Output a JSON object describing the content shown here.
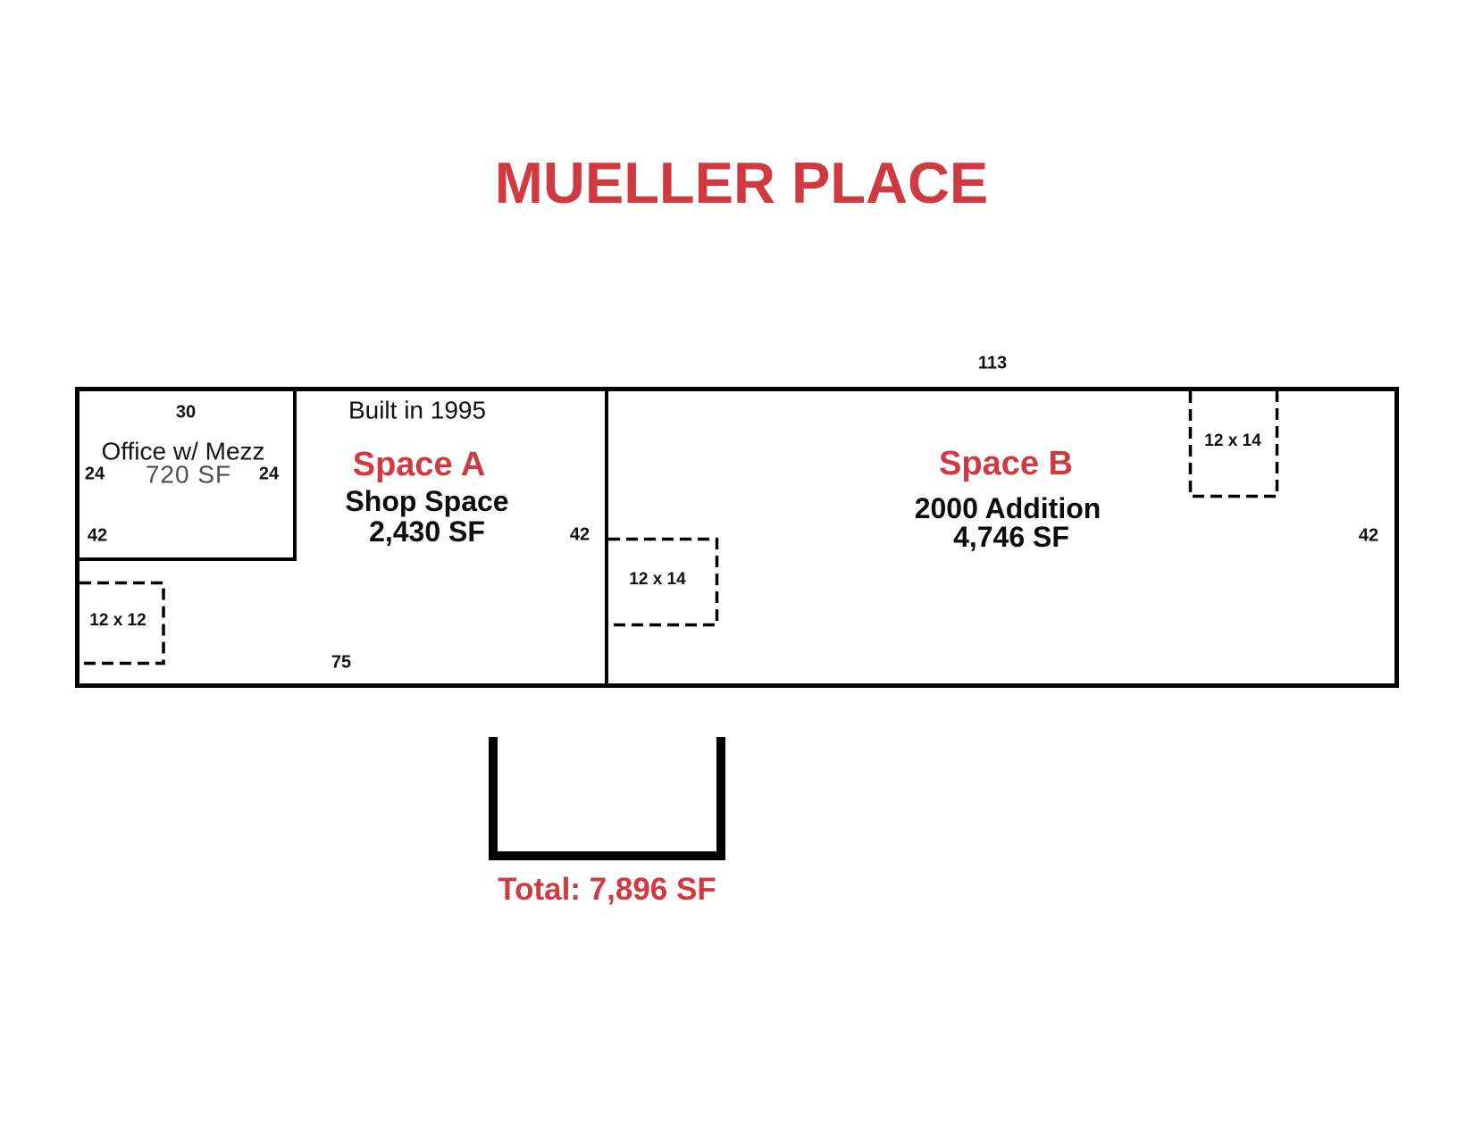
{
  "title": "MUELLER PLACE",
  "colors": {
    "accent_red": "#d03940",
    "line_black": "#000000"
  },
  "plan": {
    "top_width_label": "113",
    "left_height_label": "42",
    "middle_height_label": "42",
    "right_height_label": "42",
    "bottom_width_label": "75",
    "office": {
      "name": "Office w/ Mezz",
      "area": "720 SF",
      "top_width_label": "30",
      "left_height_label": "24",
      "right_height_label": "24"
    },
    "space_a": {
      "built_note": "Built in 1995",
      "name": "Space A",
      "subtitle": "Shop Space",
      "area": "2,430 SF"
    },
    "space_b": {
      "name": "Space B",
      "subtitle": "2000 Addition",
      "area": "4,746 SF"
    },
    "doors": {
      "southwest": "12 x 12",
      "middle": "12 x 14",
      "northeast": "12 x 14"
    }
  },
  "total_label": "Total: 7,896 SF"
}
